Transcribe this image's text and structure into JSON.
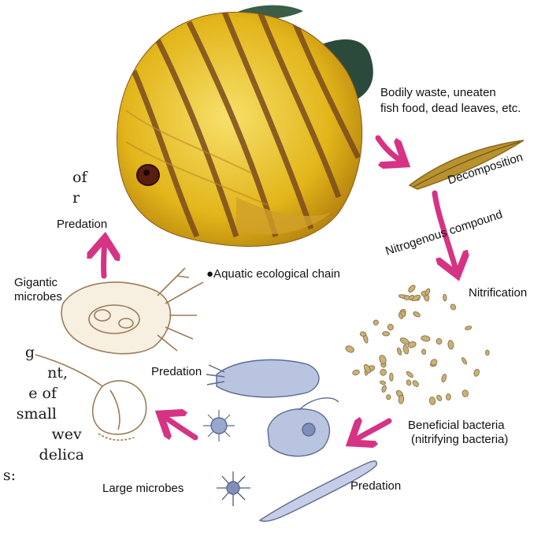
{
  "background_text": {
    "upper": [
      "of",
      "r"
    ],
    "lower": [
      "g",
      "nt,",
      "e of",
      "small",
      "wever,",
      "delicate,",
      "s:"
    ]
  },
  "labels": {
    "bodily_waste": [
      "Bodily waste, uneaten",
      "fish food, dead leaves, etc."
    ],
    "decomposition": "Decomposition",
    "nitrogenous_compound": "Nitrogenous compound",
    "nitrification": "Nitrification",
    "chain_title": "●Aquatic ecological chain",
    "predation_top": "Predation",
    "gigantic_microbes": [
      "Gigantic",
      "microbes"
    ],
    "predation_middle": "Predation",
    "beneficial_bacteria": [
      "Beneficial bacteria",
      "(nitrifying bacteria)"
    ],
    "large_microbes": "Large microbes",
    "predation_bottom": "Predation"
  },
  "colors": {
    "arrow": "#d63384",
    "fish_yellow": "#e9c21c",
    "fish_stripe": "#7a4a1c",
    "fin_dark": "#2c4a3c",
    "leaf": "#b8922e",
    "bacteria": "#c9b27a",
    "microbe_blue": "#7f8fb8",
    "microbe_sketch": "#9a7c5a"
  }
}
